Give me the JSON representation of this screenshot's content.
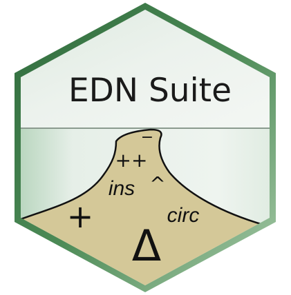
{
  "logo": {
    "title": "EDN Suite",
    "symbols": {
      "minus": "−",
      "plus_plus": "++",
      "ins": "ins",
      "caret": "^",
      "plus": "+",
      "circ": "circ",
      "delta": "Δ"
    }
  },
  "colors": {
    "border_dark": "#3e7a4a",
    "border_light": "#9fc3a2",
    "sky_top": "#e4eee6",
    "sky_bottom": "#f2f6f3",
    "horizon_line": "#8a9a8e",
    "mountain_fill": "#d3c798",
    "mountain_stroke": "#111111",
    "side_gradient": "#c0dcc4"
  }
}
